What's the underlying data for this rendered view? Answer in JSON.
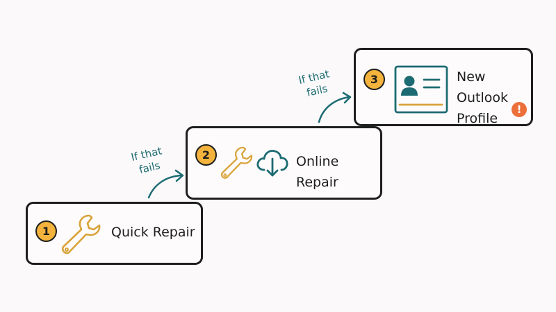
{
  "colors": {
    "outline": "#1e1e1e",
    "badge_fill": "#f3b33c",
    "wrench": "#d9a33a",
    "teal": "#1d6b72",
    "warning": "#ec6f3a",
    "background": "#fbf9fa"
  },
  "steps": [
    {
      "number": "1",
      "label": "Quick Repair",
      "icons": [
        "wrench-icon"
      ]
    },
    {
      "number": "2",
      "label": "Online Repair",
      "icons": [
        "wrench-icon",
        "cloud-download-icon"
      ]
    },
    {
      "number": "3",
      "label_line1": "New Outlook",
      "label_line2": "Profile",
      "icons": [
        "profile-card-icon",
        "warning-icon"
      ],
      "warning_symbol": "!"
    }
  ],
  "connectors": [
    {
      "line1": "If that",
      "line2": "fails"
    },
    {
      "line1": "If that",
      "line2": "fails"
    }
  ]
}
